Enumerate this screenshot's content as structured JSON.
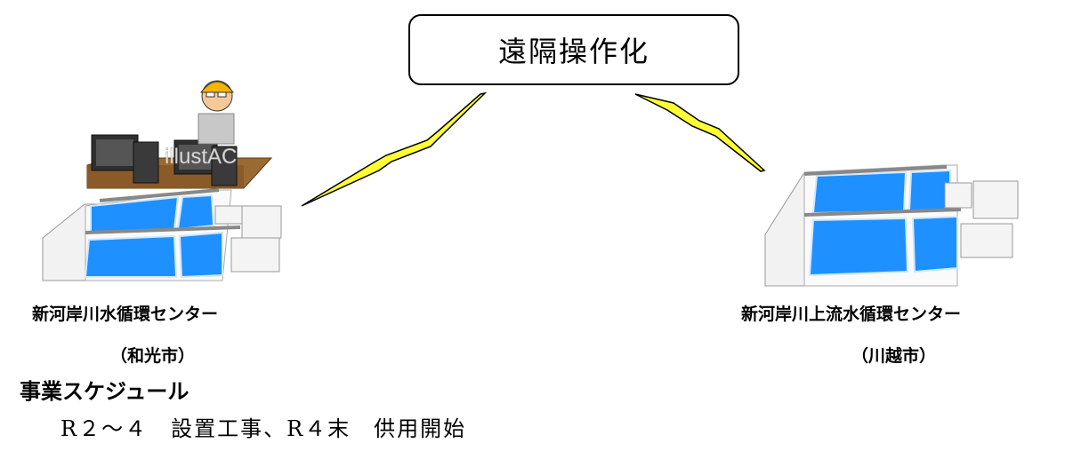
{
  "diagram": {
    "title": "遠隔操作化",
    "left_facility": {
      "name": "新河岸川水循環センター",
      "city": "（和光市）"
    },
    "right_facility": {
      "name": "新河岸川上流水循環センター",
      "city": "（川越市）"
    },
    "watermark": "illustAC",
    "lightning_color": "#ffff33",
    "water_color": "#1e90ff"
  },
  "schedule": {
    "heading": "事業スケジュール",
    "text": "R２～４　設置工事、R４末　供用開始"
  }
}
